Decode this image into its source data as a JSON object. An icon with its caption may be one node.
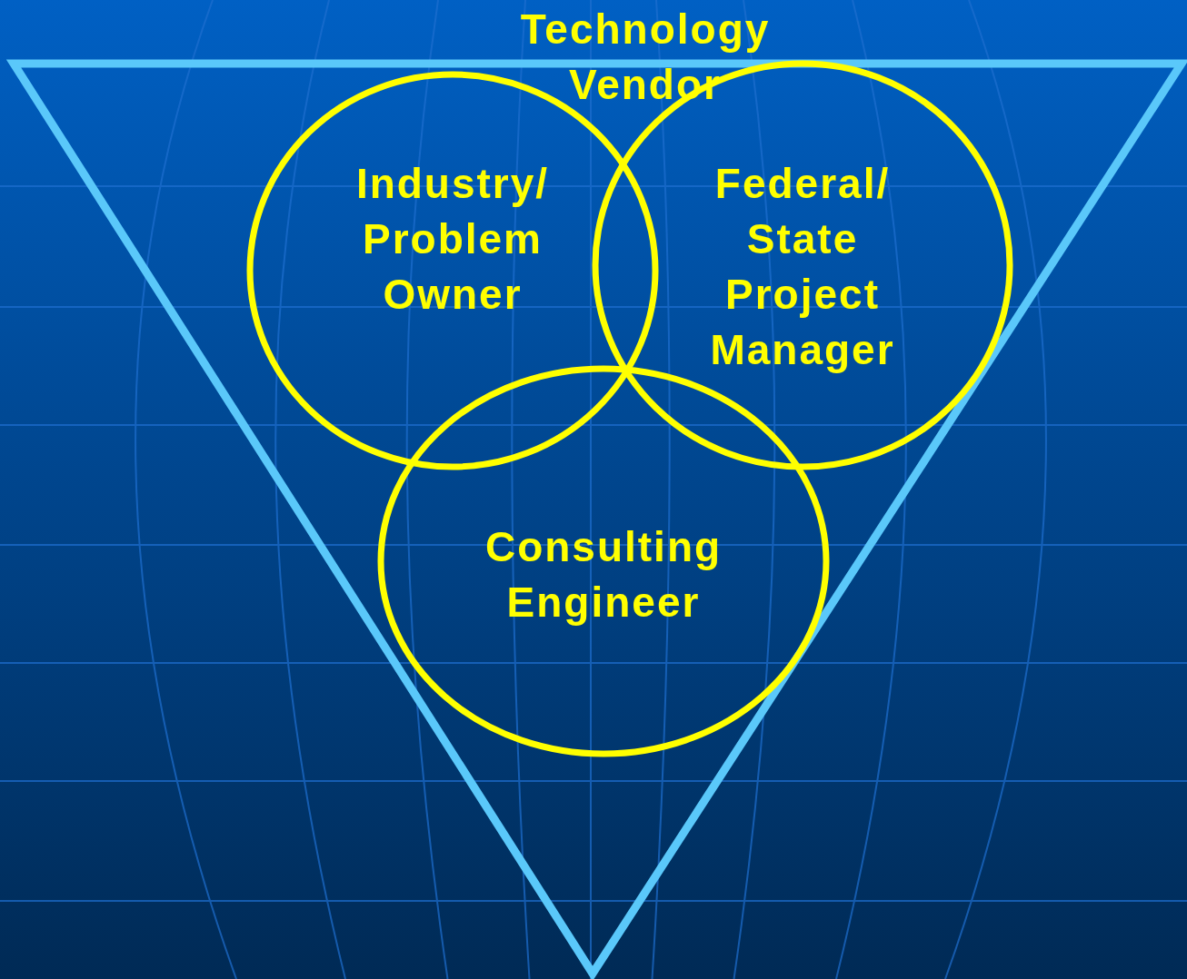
{
  "diagram": {
    "nodes": [
      {
        "text": [
          "Technology Vendor"
        ]
      },
      {
        "text": [
          "Industry/ Problem Owner"
        ],
        "in": 0
      },
      {
        "text": [
          "Federal/ State Project Manager"
        ],
        "in": 0
      },
      {
        "text": [
          "Consulting Engineer"
        ],
        "in": 0
      }
    ],
    "edges": []
  }
}
